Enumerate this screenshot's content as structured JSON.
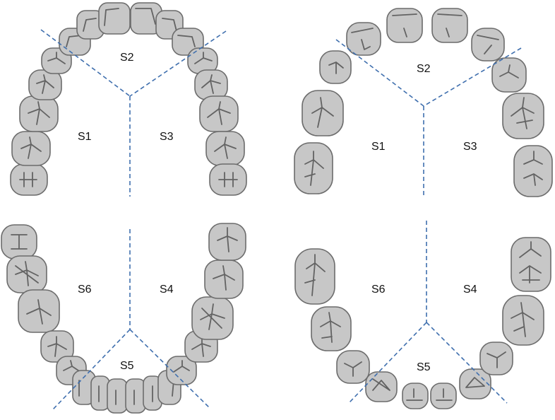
{
  "panels": [
    {
      "id": "permanent",
      "upper": [
        "S1",
        "S2",
        "S3"
      ],
      "lower": [
        "S6",
        "S5",
        "S4"
      ]
    },
    {
      "id": "primary",
      "upper": [
        "S1",
        "S2",
        "S3"
      ],
      "lower": [
        "S6",
        "S5",
        "S4"
      ]
    }
  ],
  "colors": {
    "tooth_fill": "#c7c7c7",
    "tooth_outline": "#6c6c6c",
    "groove": "#636363",
    "divider": "#3f6fae"
  }
}
